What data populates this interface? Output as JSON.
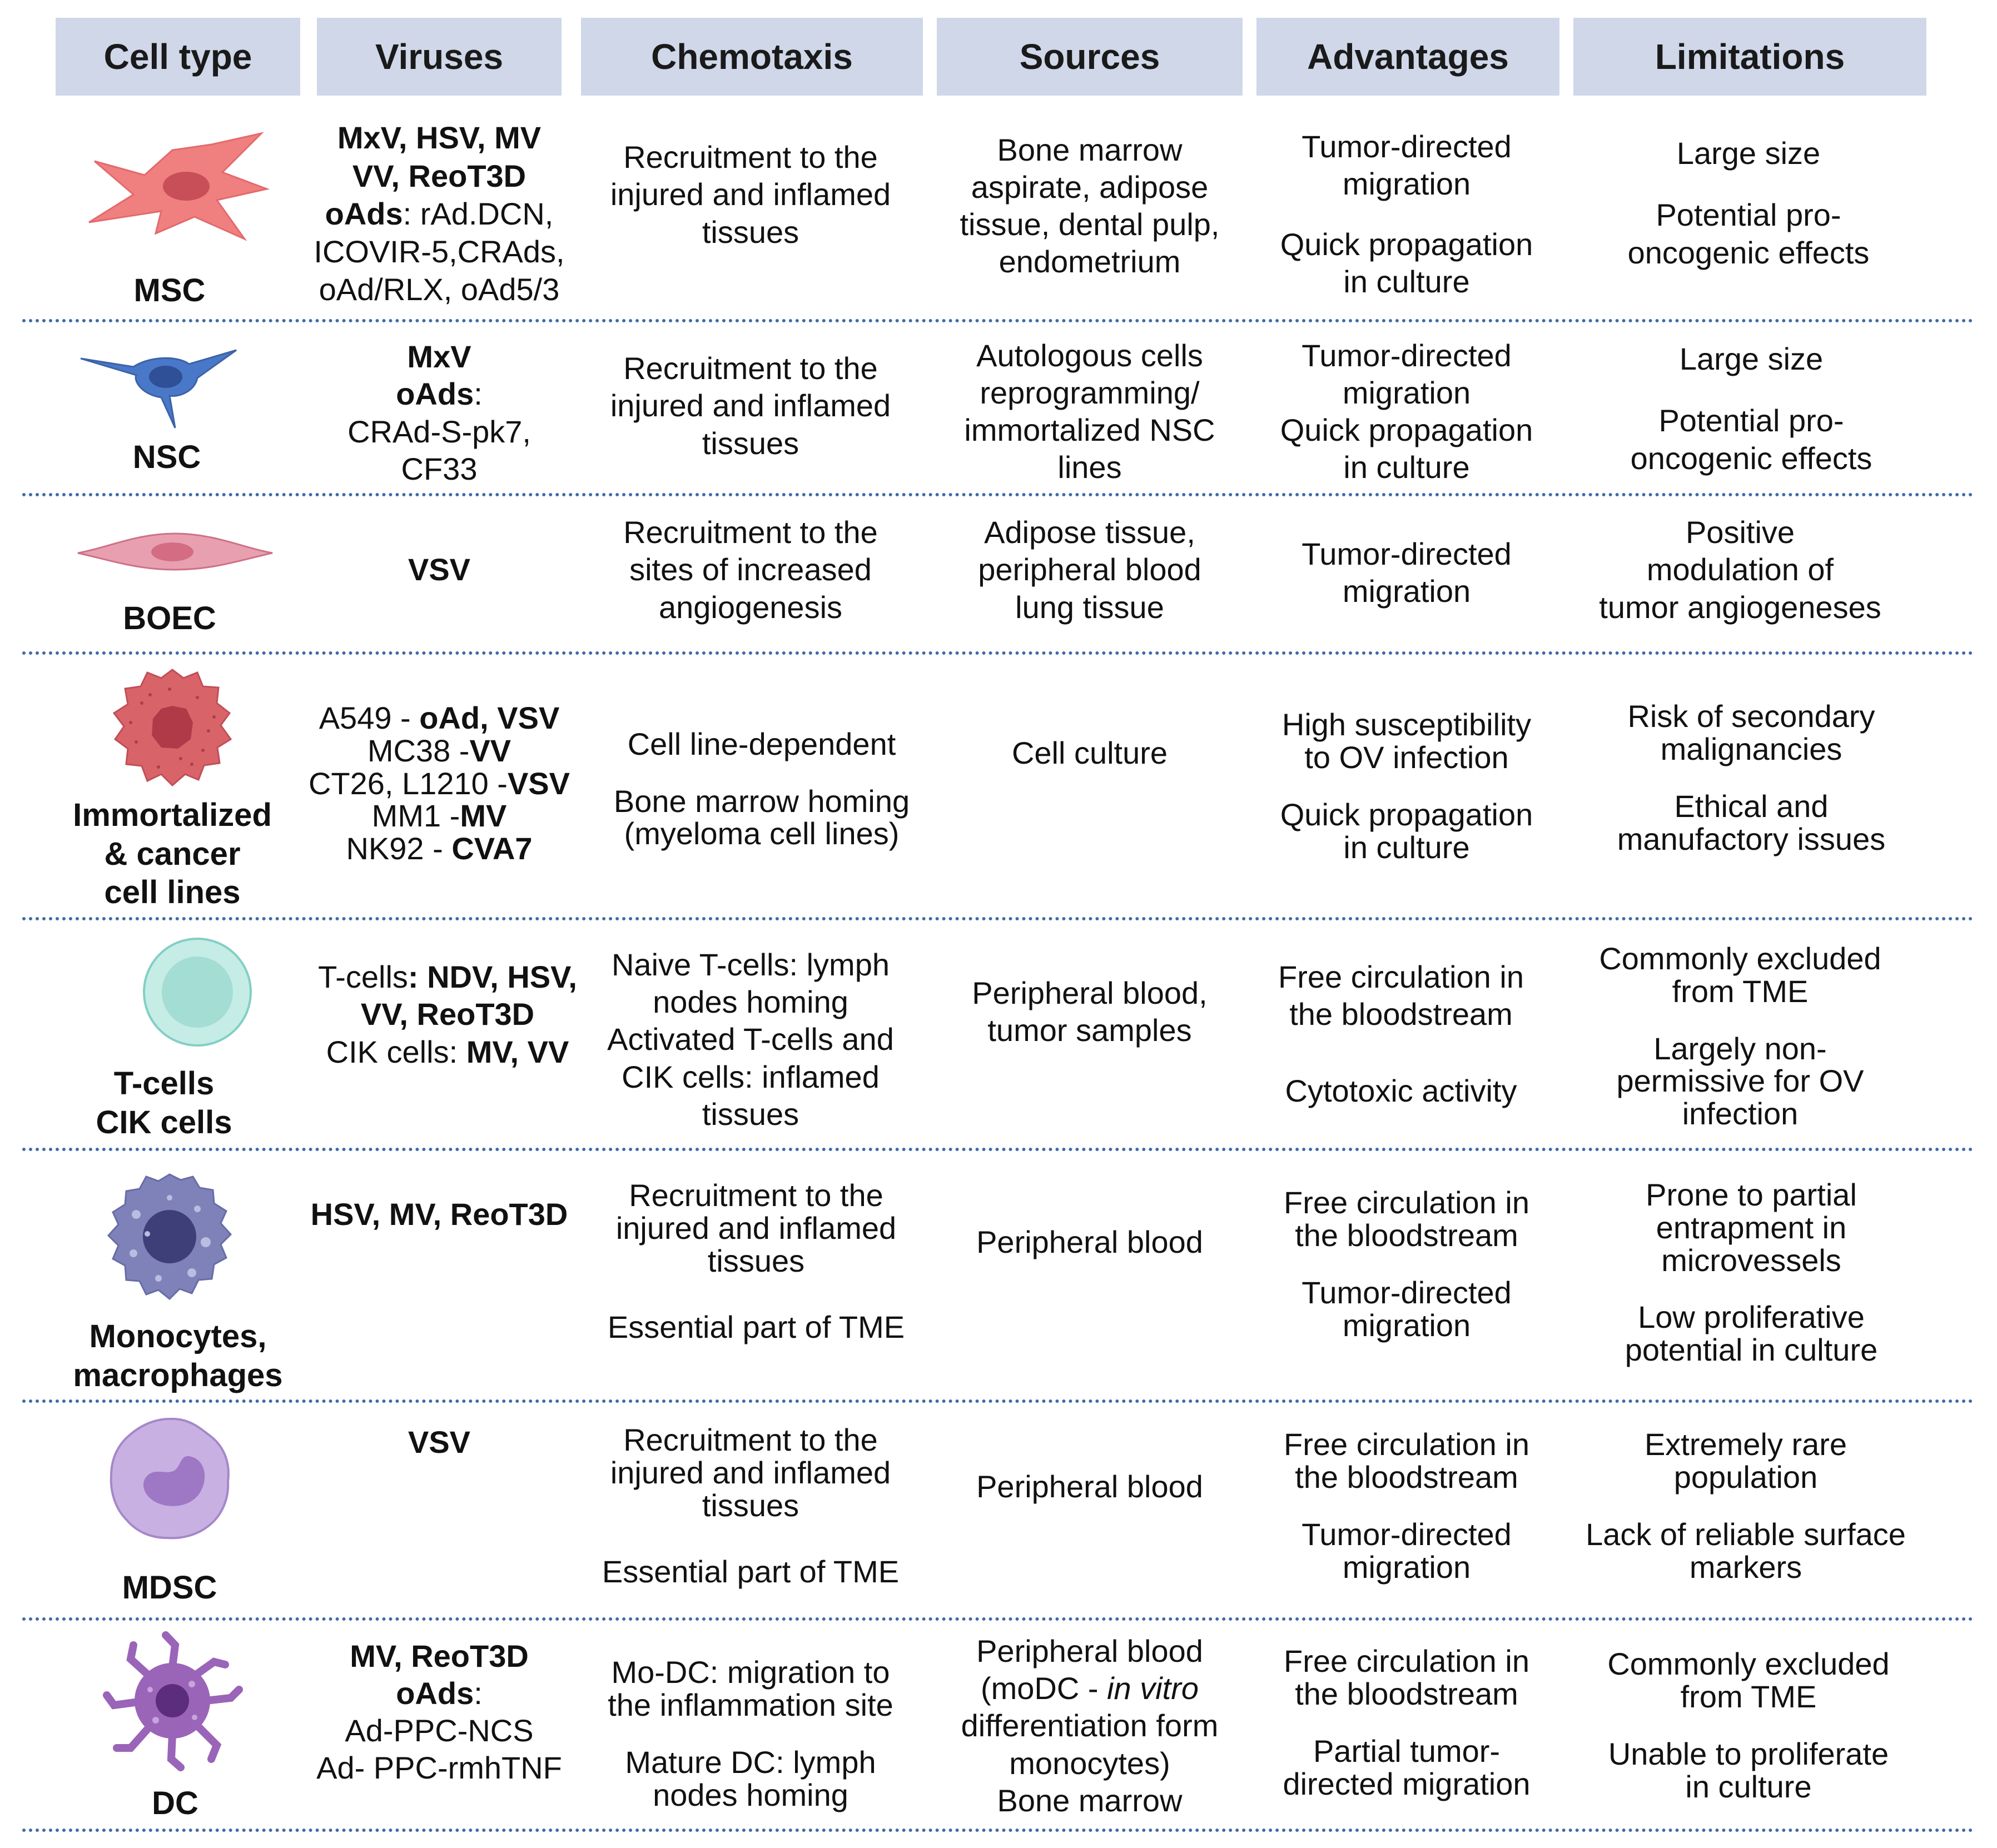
{
  "headers": [
    "Cell type",
    "Viruses",
    "Chemotaxis",
    "Sources",
    "Advantages",
    "Limitations"
  ],
  "rows": [
    {
      "cell_type": [
        "MSC"
      ],
      "icon": "msc-cell-icon",
      "viruses": [
        [
          "MxV, HSV, MV"
        ],
        [
          "VV, ReoT3D"
        ],
        [
          "oAds",
          ": rAd.DCN,"
        ],
        [
          "ICOVIR-5,CRAds,"
        ],
        [
          "oAd/RLX, oAd5/3"
        ]
      ],
      "chemotaxis": [
        "Recruitment to the",
        "injured and inflamed",
        "tissues"
      ],
      "sources": [
        "Bone marrow",
        "aspirate, adipose",
        "tissue, dental pulp,",
        "endometrium"
      ],
      "advantages": [
        [
          "Tumor-directed",
          "migration"
        ],
        [
          "Quick propagation",
          "in culture"
        ]
      ],
      "limitations": [
        [
          "Large size"
        ],
        [
          "Potential pro-",
          "oncogenic effects"
        ]
      ]
    },
    {
      "cell_type": [
        "NSC"
      ],
      "icon": "nsc-cell-icon",
      "viruses": [
        [
          "MxV"
        ],
        [
          "oAds",
          ":"
        ],
        [
          "CRAd-S-pk7,"
        ],
        [
          "CF33"
        ]
      ],
      "chemotaxis": [
        "Recruitment to the",
        "injured and inflamed",
        "tissues"
      ],
      "sources": [
        "Autologous cells",
        "reprogramming/",
        "immortalized NSC",
        "lines"
      ],
      "advantages": [
        [
          "Tumor-directed",
          "migration",
          "Quick propagation",
          "in culture"
        ]
      ],
      "limitations": [
        [
          "Large size"
        ],
        [
          "Potential pro-",
          "oncogenic effects"
        ]
      ]
    },
    {
      "cell_type": [
        "BOEC"
      ],
      "icon": "boec-cell-icon",
      "viruses": [
        [
          "VSV"
        ]
      ],
      "chemotaxis": [
        "Recruitment to the",
        "sites of increased",
        "angiogenesis"
      ],
      "sources": [
        "Adipose tissue,",
        "peripheral blood",
        "lung tissue"
      ],
      "advantages": [
        [
          "Tumor-directed",
          "migration"
        ]
      ],
      "limitations": [
        [
          "Positive",
          "modulation of",
          "tumor angiogeneses"
        ]
      ]
    },
    {
      "cell_type": [
        "Immortalized",
        "& cancer",
        "cell lines"
      ],
      "icon": "cancer-cell-icon",
      "viruses": [
        [
          "A549 - ",
          "oAd, VSV"
        ],
        [
          "MC38 -",
          "VV"
        ],
        [
          "CT26, L1210 -",
          "VSV"
        ],
        [
          "MM1 -",
          "MV"
        ],
        [
          "NK92 - ",
          "CVA7"
        ]
      ],
      "chemotaxis_groups": [
        [
          "Cell line-dependent"
        ],
        [
          "Bone marrow homing",
          "(myeloma cell lines)"
        ]
      ],
      "sources": [
        "Cell culture"
      ],
      "advantages": [
        [
          "High susceptibility",
          "to OV infection"
        ],
        [
          "Quick propagation",
          "in culture"
        ]
      ],
      "limitations": [
        [
          "Risk of secondary",
          "malignancies"
        ],
        [
          "Ethical and",
          "manufactory issues"
        ]
      ]
    },
    {
      "cell_type": [
        "T-cells",
        "CIK cells"
      ],
      "icon": "t-cell-icon",
      "viruses": [
        [
          "T-cells",
          ": NDV, HSV,"
        ],
        [
          "VV, ReoT3D"
        ],
        [
          "CIK cells: ",
          "MV, VV"
        ]
      ],
      "chemotaxis": [
        "Naive T-cells: lymph",
        "nodes homing",
        "Activated T-cells and",
        "CIK cells: inflamed",
        "tissues"
      ],
      "sources": [
        "Peripheral blood,",
        "tumor samples"
      ],
      "advantages": [
        [
          "Free circulation in",
          "the bloodstream"
        ],
        [
          "Cytotoxic activity"
        ]
      ],
      "limitations": [
        [
          "Commonly excluded",
          "from TME"
        ],
        [
          "Largely non-",
          "permissive for OV",
          "infection"
        ]
      ]
    },
    {
      "cell_type": [
        "Monocytes,",
        "macrophages"
      ],
      "icon": "monocyte-cell-icon",
      "viruses": [
        [
          "HSV, MV, ReoT3D"
        ]
      ],
      "chemotaxis_groups": [
        [
          "Recruitment to the",
          "injured and inflamed",
          "tissues"
        ],
        [
          "Essential part of TME"
        ]
      ],
      "sources": [
        "Peripheral blood"
      ],
      "advantages": [
        [
          "Free circulation in",
          "the bloodstream"
        ],
        [
          "Tumor-directed",
          "migration"
        ]
      ],
      "limitations": [
        [
          "Prone to partial",
          "entrapment in",
          "microvessels"
        ],
        [
          "Low proliferative",
          "potential in culture"
        ]
      ]
    },
    {
      "cell_type": [
        "MDSC"
      ],
      "icon": "mdsc-cell-icon",
      "viruses": [
        [
          "VSV"
        ]
      ],
      "chemotaxis_groups": [
        [
          "Recruitment to the",
          "injured and inflamed",
          "tissues"
        ],
        [
          "Essential part of TME"
        ]
      ],
      "sources": [
        "Peripheral blood"
      ],
      "advantages": [
        [
          "Free circulation in",
          "the bloodstream"
        ],
        [
          "Tumor-directed",
          "migration"
        ]
      ],
      "limitations": [
        [
          "Extremely rare",
          "population"
        ],
        [
          "Lack of reliable surface",
          "markers"
        ]
      ]
    },
    {
      "cell_type": [
        "DC"
      ],
      "icon": "dendritic-cell-icon",
      "viruses": [
        [
          "MV, ReoT3D"
        ],
        [
          "oAds",
          ":"
        ],
        [
          "Ad-PPC-NCS"
        ],
        [
          "Ad- PPC-rmhTNF"
        ]
      ],
      "chemotaxis_groups": [
        [
          "Mo-DC: migration to",
          "the  inflammation site"
        ],
        [
          "Mature DC: lymph",
          "nodes homing"
        ]
      ],
      "sources_parts": [
        "Peripheral blood",
        "(moDC - ",
        "in vitro",
        "differentiation form",
        "monocytes)",
        "Bone marrow"
      ],
      "advantages": [
        [
          "Free circulation in",
          "the bloodstream"
        ],
        [
          "Partial tumor-",
          "directed migration"
        ]
      ],
      "limitations": [
        [
          "Commonly excluded",
          "from TME"
        ],
        [
          "Unable to proliferate",
          "in culture"
        ]
      ]
    }
  ],
  "colors": {
    "header_bg": "#cfd7e9",
    "separator": "#3f6aa8",
    "msc": "#f07f80",
    "nsc": "#4a78c8",
    "boec": "#e590a2",
    "cancer": "#d8646a",
    "tcell": "#bfe9e3",
    "monocyte": "#7e82b8",
    "mdsc": "#c2a6dd",
    "dc": "#9a64b8"
  }
}
